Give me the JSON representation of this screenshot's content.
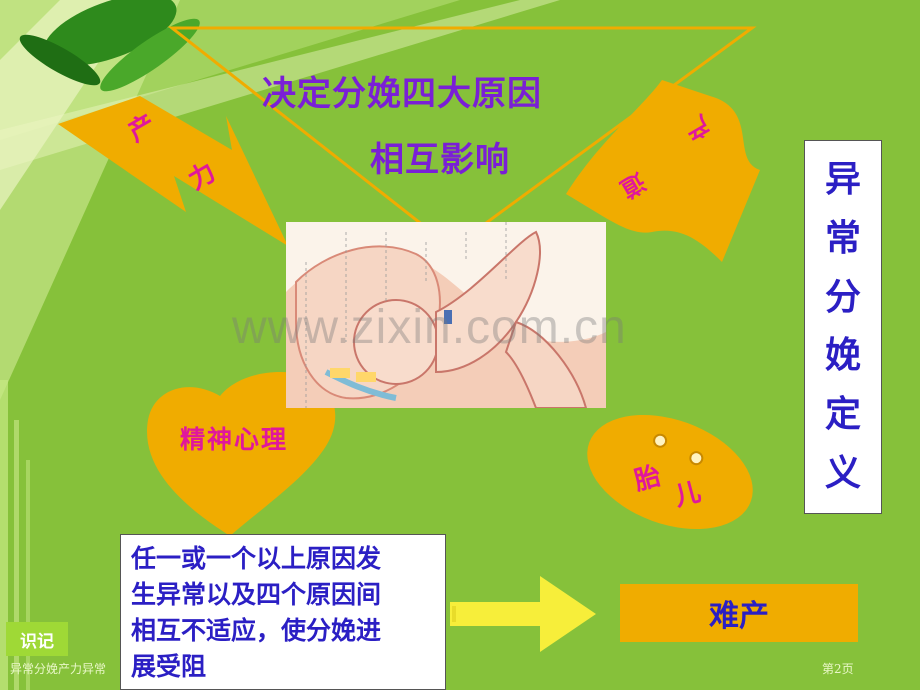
{
  "slide": {
    "title_line1": "决定分娩四大原因",
    "title_line2": "相互影响",
    "factors": {
      "power_chars": [
        "产",
        "力"
      ],
      "passage_chars": [
        "产",
        "道"
      ],
      "psychology": "精神心理",
      "fetus_chars": [
        "胎",
        "儿"
      ]
    },
    "definition_chars": [
      "异",
      "常",
      "分",
      "娩",
      "定",
      "义"
    ],
    "description_lines": [
      "任一或一个以上原因发",
      "生异常以及四个原因间",
      "相互不适应，使分娩进",
      "展受阻"
    ],
    "result": "难产",
    "badge": "识记",
    "footer_left": "异常分娩产力异常",
    "footer_right": "第2页",
    "watermark": "www.zixin.com.cn"
  },
  "colors": {
    "background": "#86c13a",
    "accent_orange": "#f0ac00",
    "title_purple": "#7a1fd6",
    "label_magenta": "#e0189c",
    "text_blue": "#2b1fc4",
    "arrow_yellow": "#f7ee3a"
  },
  "icons": [
    "lightning-bolt-shape",
    "heart-shape",
    "smiley-face-shape",
    "wave-banner-shape",
    "right-arrow-shape",
    "triangle-outline"
  ]
}
